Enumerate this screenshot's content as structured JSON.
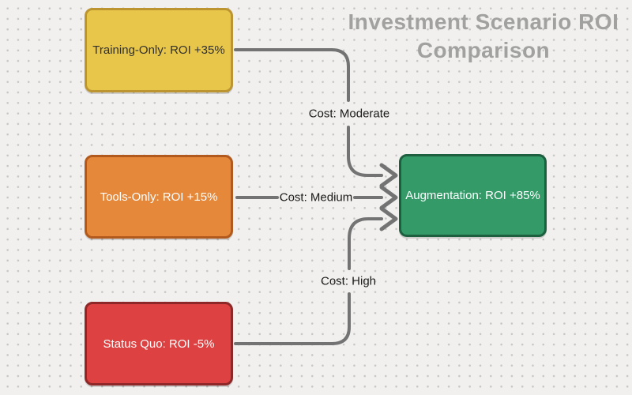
{
  "title": {
    "line1": "Investment Scenario ROI",
    "line2": "Comparison"
  },
  "nodes": {
    "training": {
      "label": "Training-Only: ROI +35%",
      "fill": "#e8c64a",
      "border": "#bd9530",
      "text": "#303030"
    },
    "tools": {
      "label": "Tools-Only: ROI +15%",
      "fill": "#e5883a",
      "border": "#b25a1d",
      "text": "#ffffff"
    },
    "status_quo": {
      "label": "Status Quo: ROI -5%",
      "fill": "#dd4141",
      "border": "#8e2828",
      "text": "#ffffff"
    },
    "augmentation": {
      "label": "Augmentation: ROI +85%",
      "fill": "#339a68",
      "border": "#1e5f40",
      "text": "#ffffff"
    }
  },
  "edges": {
    "training_to_augmentation": {
      "label": "Cost: Moderate"
    },
    "tools_to_augmentation": {
      "label": "Cost: Medium"
    },
    "status_quo_to_augmentation": {
      "label": "Cost: High"
    }
  },
  "colors": {
    "background": "#f1f0ee",
    "dot_grid": "#c7c6c4",
    "connector": "#737373",
    "title_text": "#a1a19f",
    "edge_label_text": "#1b1b1b"
  }
}
